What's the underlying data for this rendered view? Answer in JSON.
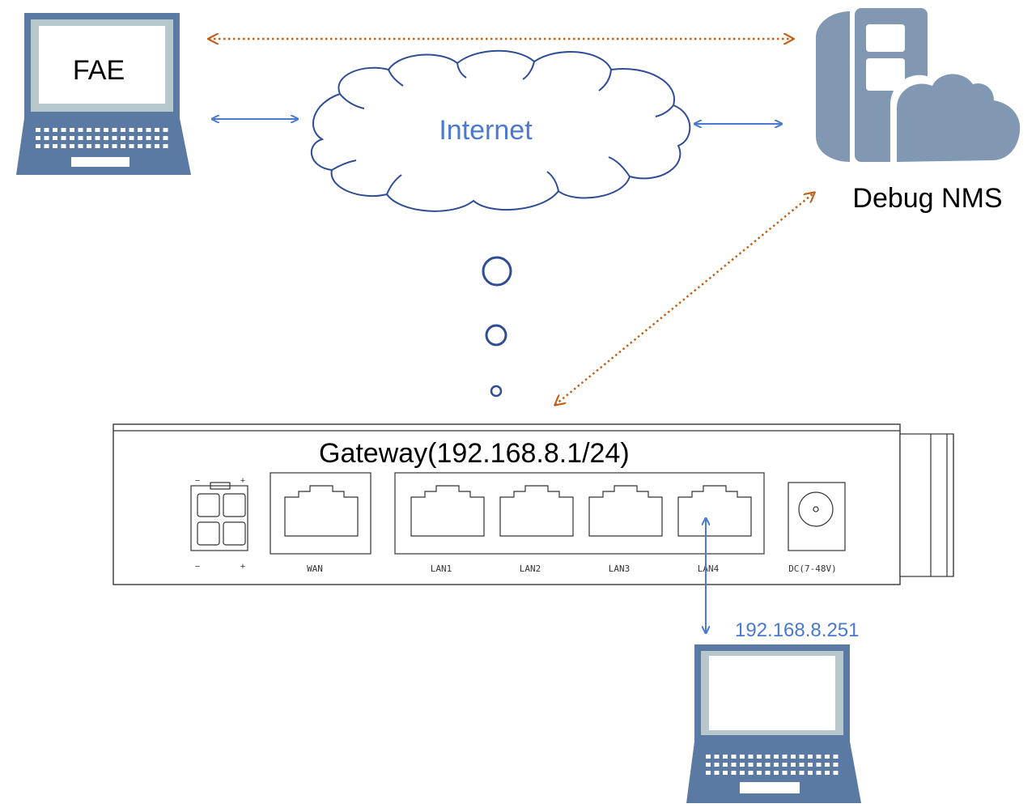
{
  "fae": {
    "label": "FAE"
  },
  "internet": {
    "label": "Internet"
  },
  "nms": {
    "label": "Debug NMS"
  },
  "gateway": {
    "label": "Gateway(192.168.8.1/24)",
    "power_terminal": {
      "minus_top": "−",
      "plus_top": "+",
      "minus_bottom": "−",
      "plus_bottom": "+"
    },
    "ports": [
      "WAN",
      "LAN1",
      "LAN2",
      "LAN3",
      "LAN4"
    ],
    "dc_label": "DC(7-48V)"
  },
  "client": {
    "ip": "192.168.8.251"
  },
  "colors": {
    "device_blue": "#5a79a3",
    "device_screen_frame": "#b7c8cc",
    "nms_blue": "#8198b3",
    "cloud_stroke": "#2e4d95",
    "link_blue": "#4a79d0",
    "debug_orange": "#c0621a",
    "internet_text": "#4a79d0"
  },
  "icons": [
    "laptop-icon",
    "cloud-icon",
    "server-cloud-icon",
    "gateway-device"
  ]
}
